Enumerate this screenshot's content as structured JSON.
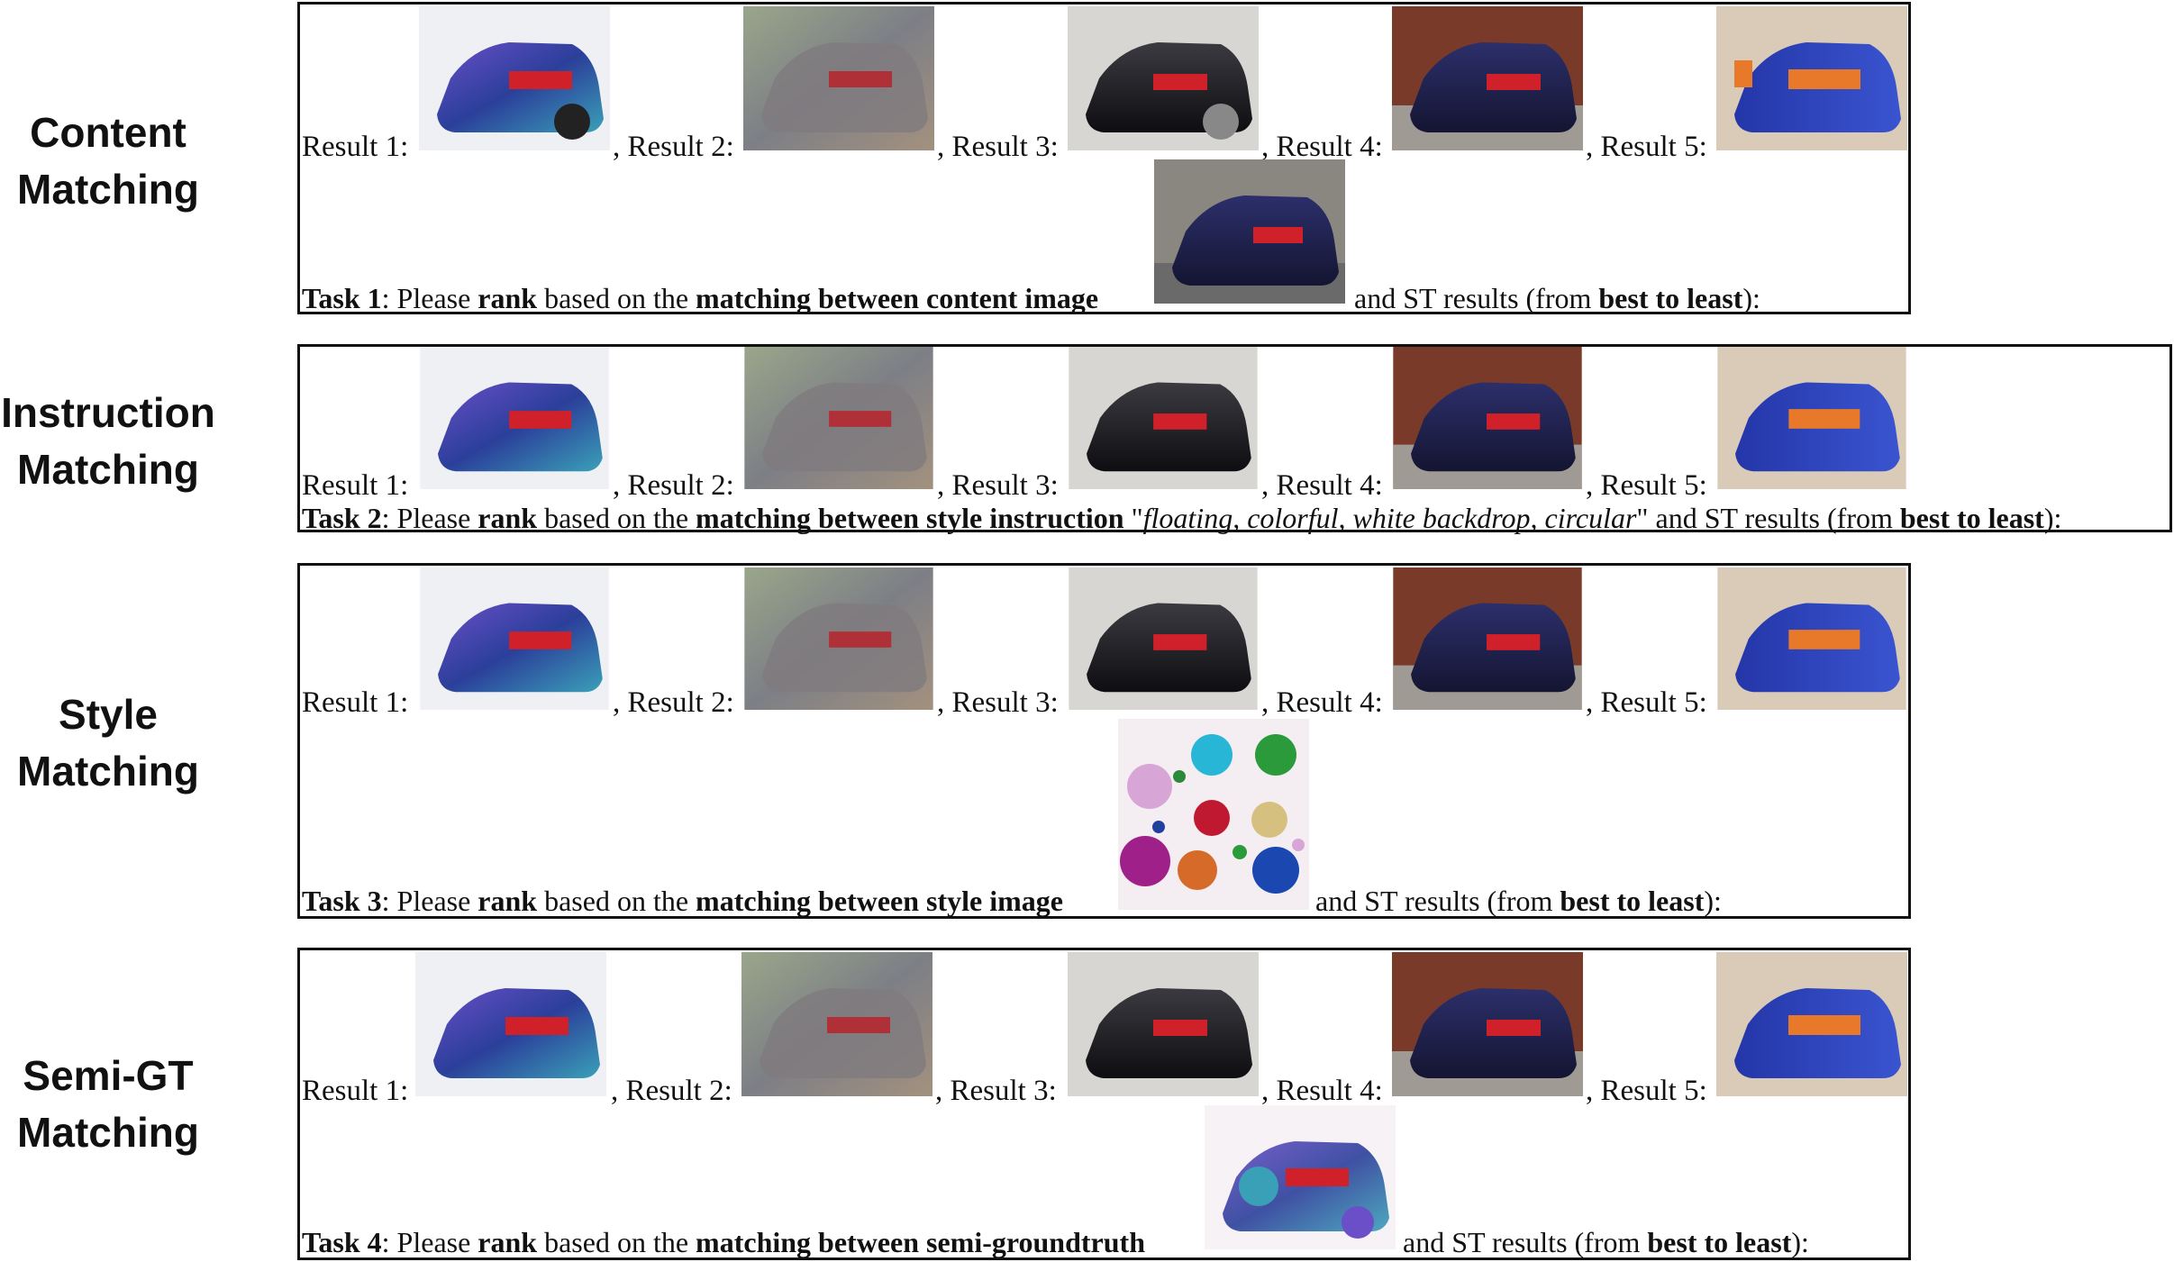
{
  "rows": [
    {
      "label_line1": "Content",
      "label_line2": "Matching",
      "results": [
        {
          "label": "Result 1:",
          "icon": "car-stylized-blue-image"
        },
        {
          "label": ", Result 2:",
          "icon": "car-texture-noise-image"
        },
        {
          "label": ", Result 3:",
          "icon": "car-dark-photo-image"
        },
        {
          "label": ", Result 4:",
          "icon": "car-navy-photo-image"
        },
        {
          "label": ", Result 5:",
          "icon": "car-blue-orange-image"
        }
      ],
      "task": {
        "prefix": "Task 1",
        "p1": ": Please ",
        "b1": "rank",
        "p2": " based on the ",
        "b2": "matching between content image",
        "p3": " and ST results (from ",
        "b3": "best to least",
        "p4": "):"
      },
      "reference_icon": "content-car-photo-image"
    },
    {
      "label_line1": "Instruction",
      "label_line2": "Matching",
      "results": [
        {
          "label": "Result 1:",
          "icon": "car-stylized-blue-image"
        },
        {
          "label": ", Result 2:",
          "icon": "car-texture-noise-image"
        },
        {
          "label": ", Result 3:",
          "icon": "car-dark-photo-image"
        },
        {
          "label": ", Result 4:",
          "icon": "car-navy-photo-image"
        },
        {
          "label": ", Result 5:",
          "icon": "car-blue-orange-image"
        }
      ],
      "task": {
        "prefix": "Task 2",
        "p1": ": Please ",
        "b1": "rank",
        "p2": " based on the ",
        "b2": "matching between style instruction",
        "q_open": " \"",
        "quote": "floating, colorful, white backdrop, circular",
        "q_close": "\"",
        "p3": " and ST results (from ",
        "b3": "best to least",
        "p4": "):"
      }
    },
    {
      "label_line1": "Style",
      "label_line2": "Matching",
      "results": [
        {
          "label": "Result 1:",
          "icon": "car-stylized-blue-image"
        },
        {
          "label": ", Result 2:",
          "icon": "car-texture-noise-image"
        },
        {
          "label": ", Result 3:",
          "icon": "car-dark-photo-image"
        },
        {
          "label": ", Result 4:",
          "icon": "car-navy-photo-image"
        },
        {
          "label": ", Result 5:",
          "icon": "car-blue-orange-image"
        }
      ],
      "task": {
        "prefix": "Task 3",
        "p1": ": Please ",
        "b1": "rank",
        "p2": " based on the ",
        "b2": "matching between style image",
        "p3": " and ST results (from ",
        "b3": "best to least",
        "p4": "):"
      },
      "reference_icon": "colorful-circles-style-image"
    },
    {
      "label_line1": "Semi-GT",
      "label_line2": "Matching",
      "results": [
        {
          "label": "Result 1:",
          "icon": "car-stylized-blue-image"
        },
        {
          "label": ", Result 2:",
          "icon": "car-texture-noise-image"
        },
        {
          "label": ", Result 3:",
          "icon": "car-dark-photo-image"
        },
        {
          "label": ", Result 4:",
          "icon": "car-navy-photo-image"
        },
        {
          "label": ", Result 5:",
          "icon": "car-blue-orange-image"
        }
      ],
      "task": {
        "prefix": "Task 4",
        "p1": ": Please ",
        "b1": "rank",
        "p2": " based on the ",
        "b2": "matching between semi-groundtruth",
        "p3": " and ST results (from ",
        "b3": "best to least",
        "p4": "):"
      },
      "reference_icon": "semi-groundtruth-car-image"
    }
  ],
  "colors": {
    "border": "#111111",
    "car_blue": "#2b3f9a",
    "car_navy": "#1c1f4a",
    "car_dark": "#1a1a1f",
    "taillight": "#d0202a",
    "orange_accent": "#e8782a"
  }
}
